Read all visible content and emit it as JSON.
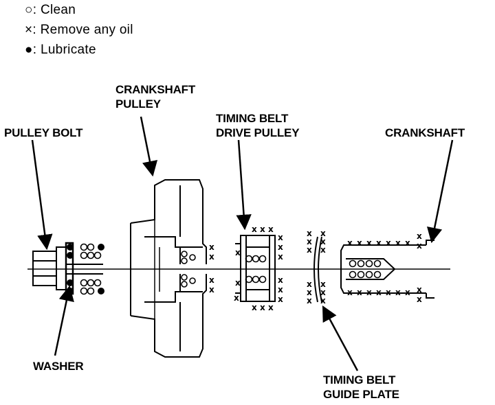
{
  "legend": {
    "clean": {
      "symbol": "○",
      "label": "Clean"
    },
    "remove_oil": {
      "symbol": "×",
      "label": "Remove any oil"
    },
    "lubricate": {
      "symbol": "●",
      "label": "Lubricate"
    }
  },
  "callouts": {
    "crankshaft_pulley": [
      "CRANKSHAFT",
      "PULLEY"
    ],
    "pulley_bolt": "PULLEY BOLT",
    "timing_belt_drive_pulley": [
      "TIMING BELT",
      "DRIVE PULLEY"
    ],
    "crankshaft": "CRANKSHAFT",
    "washer": "WASHER",
    "timing_belt_guide_plate": [
      "TIMING BELT",
      "GUIDE PLATE"
    ]
  },
  "colors": {
    "ink": "#000000",
    "paper": "#ffffff"
  }
}
